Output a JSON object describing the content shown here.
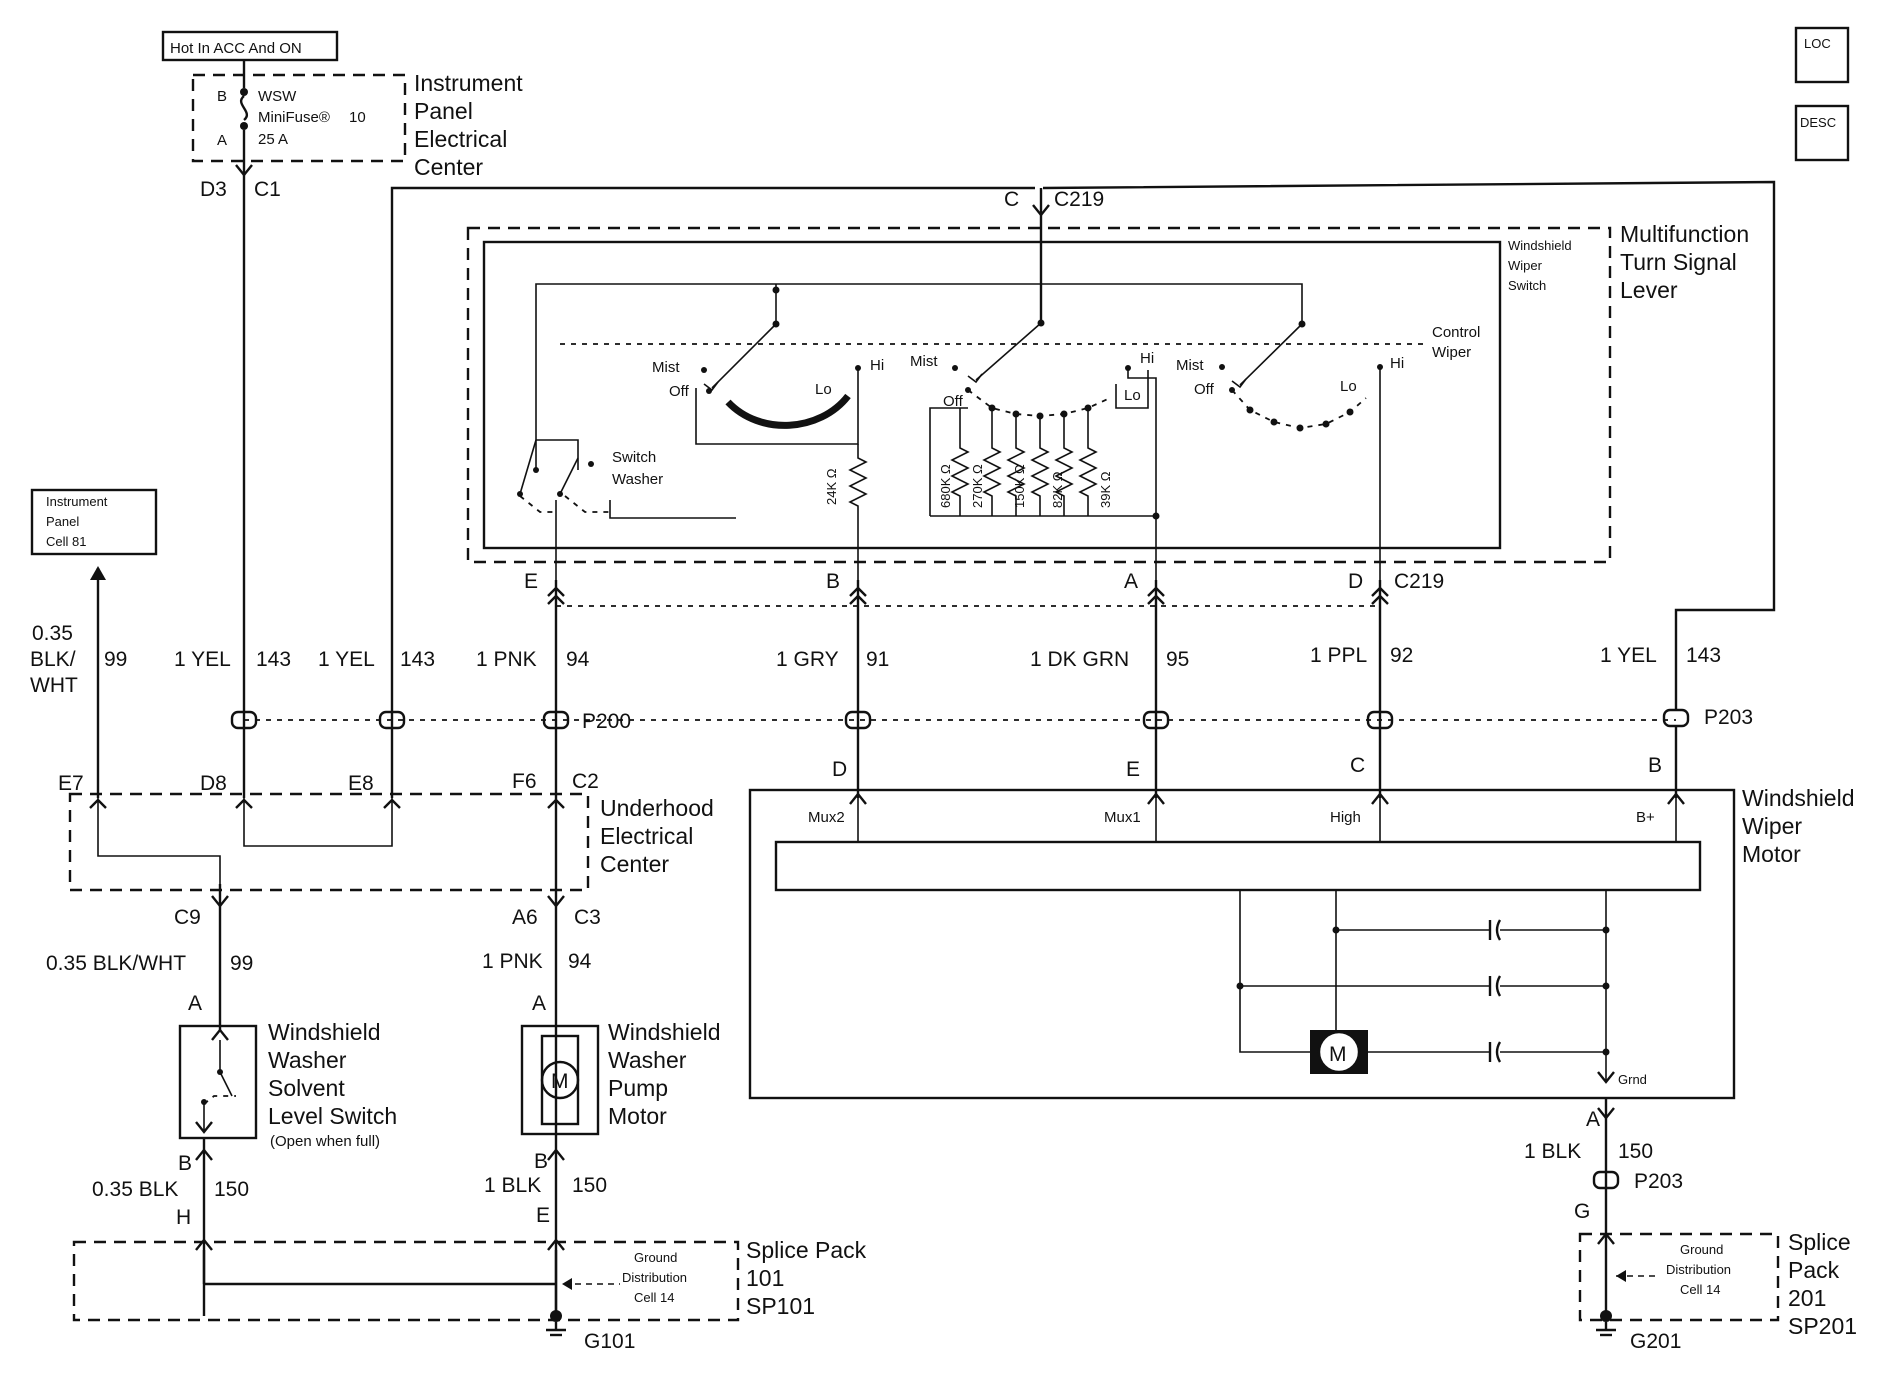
{
  "header": {
    "power_note": "Hot In ACC And ON",
    "loc_icon": "LOC",
    "desc_icon": "DESC"
  },
  "fuse_block": {
    "pin_b": "B",
    "pin_a": "A",
    "fuse_name": "WSW",
    "fuse_type": "MiniFuse®",
    "fuse_number": "10",
    "fuse_rating": "25 A",
    "label": [
      "Instrument",
      "Panel",
      "Electrical",
      "Center"
    ]
  },
  "connectors": {
    "d3": "D3",
    "c1": "C1",
    "c219_pin": "C",
    "c219": "C219",
    "pin_e": "E",
    "pin_b": "B",
    "pin_a": "A",
    "pin_d": "D",
    "p200": "P200",
    "p203": "P203",
    "d8": "D8",
    "e8": "E8",
    "e7": "E7",
    "f6": "F6",
    "c2": "C2",
    "c9": "C9",
    "a6": "A6",
    "c3": "C3",
    "motor_d": "D",
    "motor_e": "E",
    "motor_c": "C",
    "motor_b": "B",
    "gnd_a": "A",
    "p203b": "P203",
    "gnd_g": "G",
    "sw_a": "A",
    "sw_b": "B",
    "pump_a": "A",
    "pump_b": "B",
    "sp_h": "H",
    "sp_e": "E"
  },
  "wires": {
    "w99_size": "0.35",
    "w99_color": "BLK/",
    "w99_color2": "WHT",
    "w99_circ": "99",
    "w143a": "1 YEL",
    "w143a_circ": "143",
    "w143b": "1 YEL",
    "w143b_circ": "143",
    "w94": "1 PNK",
    "w94_circ": "94",
    "w91": "1 GRY",
    "w91_circ": "91",
    "w95": "1 DK GRN",
    "w95_circ": "95",
    "w92": "1 PPL",
    "w92_circ": "92",
    "w143c": "1 YEL",
    "w143c_circ": "143",
    "w99b": "0.35 BLK/WHT",
    "w99b_circ": "99",
    "w94b": "1 PNK",
    "w94b_circ": "94",
    "w150a": "0.35 BLK",
    "w150a_circ": "150",
    "w150b": "1 BLK",
    "w150b_circ": "150",
    "w150c": "1 BLK",
    "w150c_circ": "150"
  },
  "multifunction": {
    "label": [
      "Multifunction",
      "Turn Signal",
      "Lever"
    ],
    "switch_label": [
      "Windshield",
      "Wiper",
      "Switch"
    ],
    "control_label": [
      "Control",
      "Wiper"
    ],
    "washer_label": [
      "Switch",
      "Washer"
    ],
    "mist": "Mist",
    "off": "Off",
    "hi": "Hi",
    "lo": "Lo",
    "r24k": "24K Ω",
    "resistors": [
      "680K Ω",
      "270K Ω",
      "150K Ω",
      "82K Ω",
      "39K Ω"
    ]
  },
  "cell81": [
    "Instrument",
    "Panel",
    "Cell 81"
  ],
  "underhood": [
    "Underhood",
    "Electrical",
    "Center"
  ],
  "motor": {
    "label": [
      "Windshield",
      "Wiper",
      "Motor"
    ],
    "mux2": "Mux2",
    "mux1": "Mux1",
    "high": "High",
    "bplus": "B+",
    "grnd": "Grnd",
    "m": "M"
  },
  "washer_switch": {
    "label": [
      "Windshield",
      "Washer",
      "Solvent",
      "Level Switch"
    ],
    "note": "(Open when full)"
  },
  "pump": {
    "label": [
      "Windshield",
      "Washer",
      "Pump",
      "Motor"
    ],
    "m": "M"
  },
  "splice101": {
    "label": [
      "Splice Pack",
      "101",
      "SP101"
    ],
    "note": [
      "Ground",
      "Distribution",
      "Cell 14"
    ],
    "ground": "G101"
  },
  "splice201": {
    "label": [
      "Splice",
      "Pack",
      "201",
      "SP201"
    ],
    "note": [
      "Ground",
      "Distribution",
      "Cell 14"
    ],
    "ground": "G201"
  }
}
